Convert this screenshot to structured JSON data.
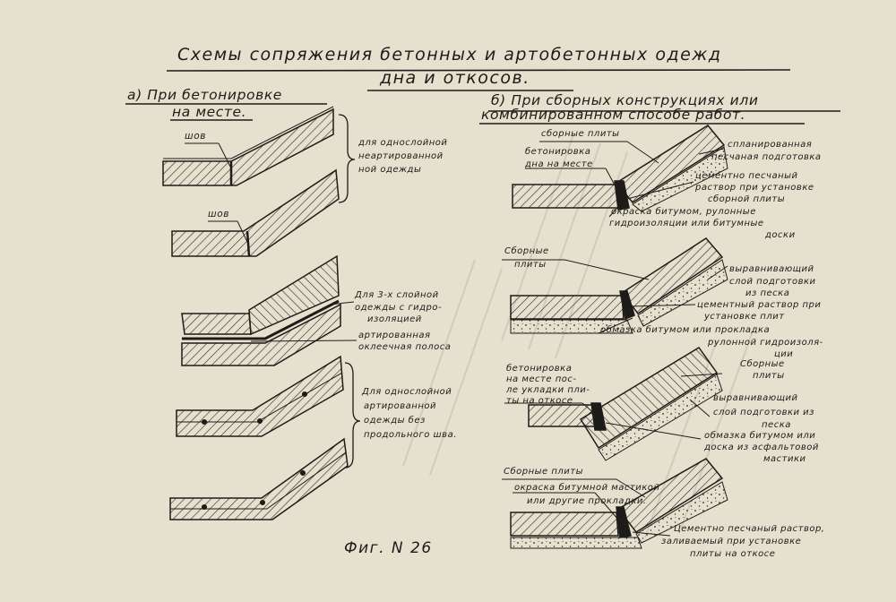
{
  "title": {
    "line1": "Схемы сопряжения бетонных и артобетонных одежд",
    "line2": "дна и откосов."
  },
  "section_a": {
    "heading_line1": "а) При бетонировке",
    "heading_line2": "на месте.",
    "labels": {
      "shov1": "шов",
      "shov2": "шов",
      "single_layer_line1": "для однослойной",
      "single_layer_line2": "неартированной",
      "single_layer_line3": "ной одежды",
      "three_layer_line1": "Для 3-х слойной",
      "three_layer_line2": "одежды с гидро-",
      "three_layer_line3": "изоляцией",
      "armored_strip_line1": "артированная",
      "armored_strip_line2": "оклеечная полоса",
      "reinforced_line1": "Для однослойной",
      "reinforced_line2": "артированной",
      "reinforced_line3": "одежды без",
      "reinforced_line4": "продольного шва."
    }
  },
  "section_b": {
    "heading_line1": "б) При сборных конструкциях или",
    "heading_line2": "комбинированном способе работ.",
    "labels": {
      "precast_slabs_1": "сборные плиты",
      "planned_sand_line1": "спланированная",
      "planned_sand_line2": "песчаная подготовка",
      "concreting_bottom_line1": "бетонировка",
      "concreting_bottom_line2": "дна на месте",
      "cement_sand_line1": "цементно песчаный",
      "cement_sand_line2": "раствор при установке",
      "cement_sand_line3": "сборной плиты",
      "bitumen_paint_line1": "окраска битумом, рулонные",
      "bitumen_paint_line2": "гидроизоляции или битумные",
      "bitumen_paint_line3": "доски",
      "precast_slabs_2_line1": "Сборные",
      "precast_slabs_2_line2": "плиты",
      "leveling_1_line1": "выравнивающий",
      "leveling_1_line2": "слой подготовки",
      "leveling_1_line3": "из песка",
      "cement_mortar_line1": "цементный раствор при",
      "cement_mortar_line2": "установке плит",
      "bitumen_coating_line1": "обмазка битумом или прокладка",
      "bitumen_coating_line2": "рулонной гидроизоля-",
      "bitumen_coating_line3": "ции",
      "concreting_slope_line1": "бетонировка",
      "concreting_slope_line2": "на месте пос-",
      "concreting_slope_line3": "ле укладки пли-",
      "concreting_slope_line4": "ты на откосе",
      "precast_slabs_3_line1": "Сборные",
      "precast_slabs_3_line2": "плиты",
      "leveling_2_line1": "выравнивающий",
      "leveling_2_line2": "слой подготовки из",
      "leveling_2_line3": "песка",
      "bitumen_board_line1": "обмазка битумом или",
      "bitumen_board_line2": "доска из асфальтовой",
      "bitumen_board_line3": "мастики",
      "precast_slabs_4": "Сборные плиты",
      "mastic_paint_line1": "окраска битумной мастикой",
      "mastic_paint_line2": "или другие прокладки.",
      "cement_sand_mortar_line1": "Цементно песчаный раствор,",
      "cement_sand_mortar_line2": "заливаемый при установке",
      "cement_sand_mortar_line3": "плиты на откосе"
    }
  },
  "figure_caption": "Фиг. N 26",
  "colors": {
    "paper": "#e6e0cf",
    "ink": "#1d1c19",
    "hatch": "#2a2824"
  }
}
